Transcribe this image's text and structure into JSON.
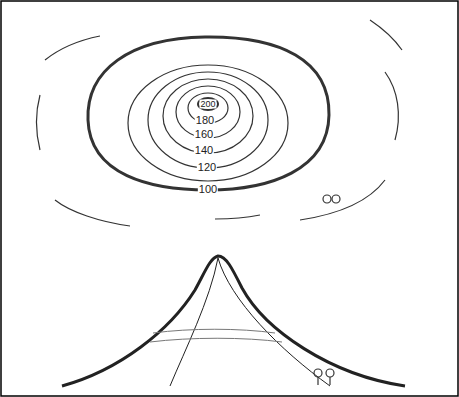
{
  "diagram": {
    "labels": [
      "200",
      "180",
      "160",
      "140",
      "120",
      "100"
    ]
  }
}
